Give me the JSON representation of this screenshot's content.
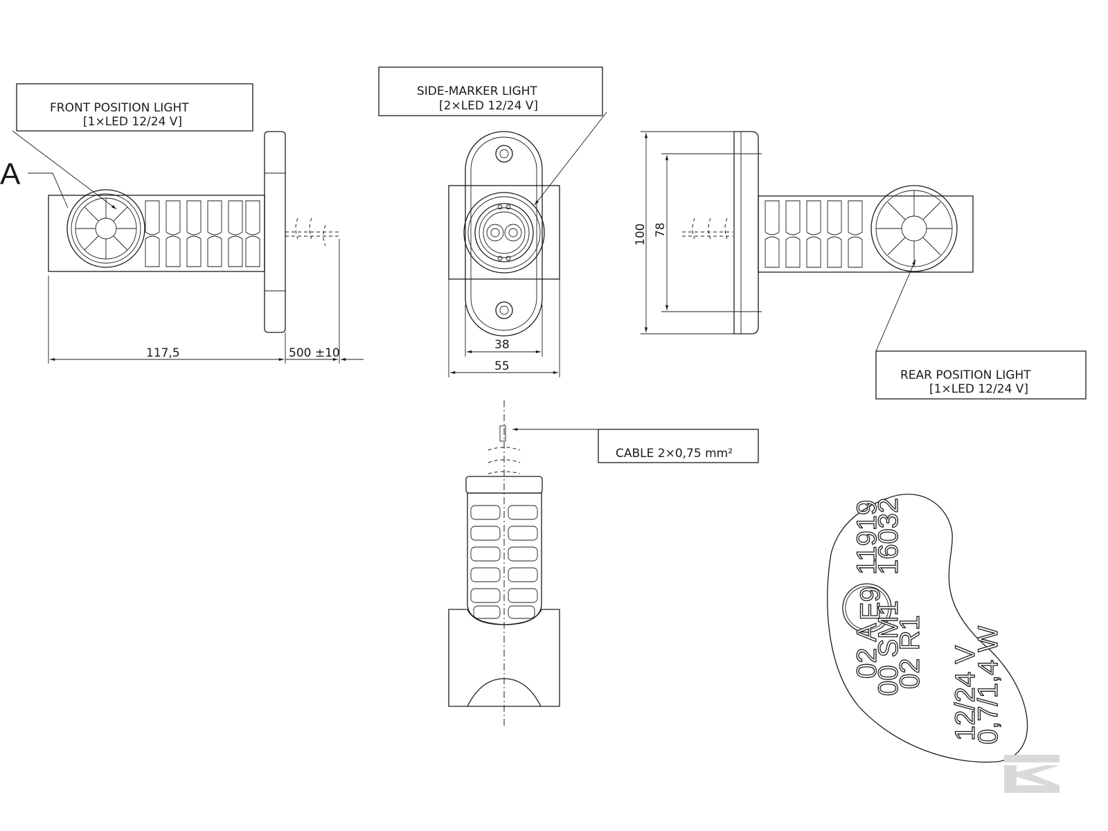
{
  "callouts": {
    "front": {
      "title": "FRONT POSITION LIGHT",
      "spec": "[1×LED 12/24 V]"
    },
    "side": {
      "title": "SIDE-MARKER LIGHT",
      "spec": "[2×LED 12/24 V]"
    },
    "rear": {
      "title": "REAR POSITION LIGHT",
      "spec": "[1×LED 12/24 V]"
    },
    "cable": {
      "title": "CABLE 2×0,75 mm²"
    }
  },
  "detail_label": "A",
  "dimensions": {
    "length": "117,5",
    "cable_length": "500 ±10",
    "height_total": "100",
    "height_inner": "78",
    "width_inner": "38",
    "width_total": "55"
  },
  "marking": {
    "approval": "E9",
    "numbers": [
      "11919",
      "16032"
    ],
    "codes": [
      "02 A",
      "00 SM1",
      "02 R1"
    ],
    "voltage": "12/24 V",
    "power": "0,7/1,4 W"
  },
  "colors": {
    "line": "#1a1a1a",
    "logo": "#d9d9d9"
  }
}
